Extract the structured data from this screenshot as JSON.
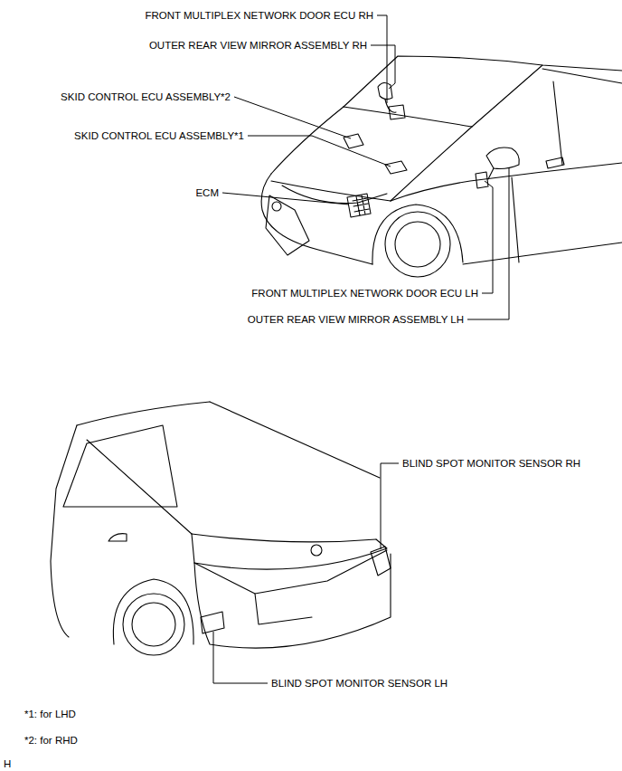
{
  "diagram": {
    "labels": [
      "FRONT MULTIPLEX NETWORK DOOR ECU RH",
      "OUTER REAR VIEW MIRROR ASSEMBLY RH",
      "SKID CONTROL ECU ASSEMBLY*2",
      "SKID CONTROL ECU ASSEMBLY*1",
      "ECM",
      "FRONT MULTIPLEX NETWORK DOOR ECU LH",
      "OUTER REAR VIEW MIRROR ASSEMBLY LH",
      "BLIND SPOT MONITOR SENSOR RH",
      "BLIND SPOT MONITOR SENSOR LH",
      "*1: for LHD",
      "*2: for RHD",
      "H"
    ]
  }
}
